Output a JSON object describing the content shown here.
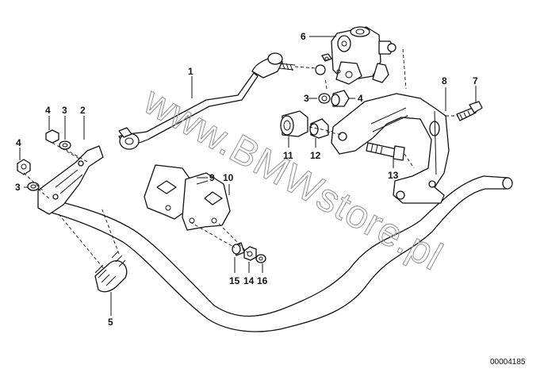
{
  "watermark": "www.BMWstore.pl",
  "reference": "00004185",
  "callouts": [
    {
      "id": "c1",
      "text": "1"
    },
    {
      "id": "c2",
      "text": "2"
    },
    {
      "id": "c3a",
      "text": "3"
    },
    {
      "id": "c3b",
      "text": "3"
    },
    {
      "id": "c3c",
      "text": "3"
    },
    {
      "id": "c4a",
      "text": "4"
    },
    {
      "id": "c4b",
      "text": "4"
    },
    {
      "id": "c4c",
      "text": "4"
    },
    {
      "id": "c5",
      "text": "5"
    },
    {
      "id": "c6",
      "text": "6"
    },
    {
      "id": "c7",
      "text": "7"
    },
    {
      "id": "c8",
      "text": "8"
    },
    {
      "id": "c9",
      "text": "9"
    },
    {
      "id": "c10",
      "text": "10"
    },
    {
      "id": "c11",
      "text": "11"
    },
    {
      "id": "c12",
      "text": "12"
    },
    {
      "id": "c13",
      "text": "13"
    },
    {
      "id": "c14",
      "text": "14"
    },
    {
      "id": "c15",
      "text": "15"
    },
    {
      "id": "c16",
      "text": "16"
    }
  ]
}
